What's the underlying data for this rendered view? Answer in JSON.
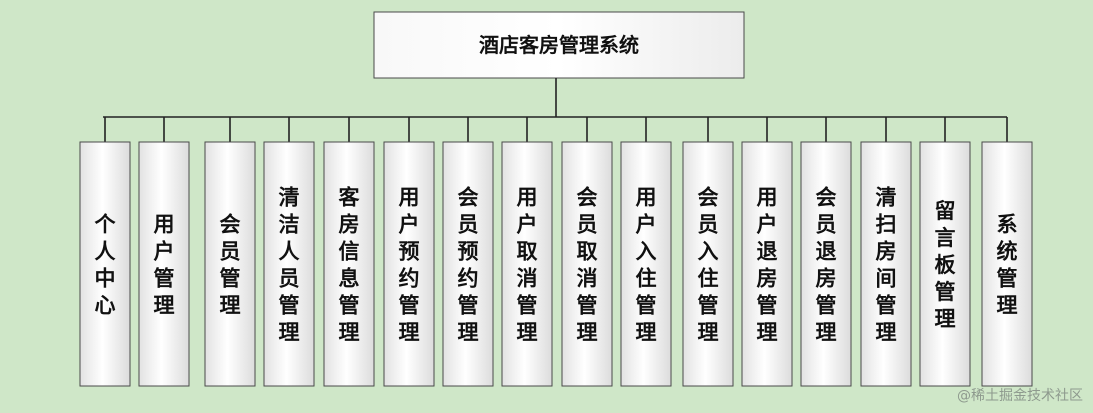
{
  "diagram": {
    "root": {
      "label": "酒店客房管理系统"
    },
    "children": [
      {
        "label": "个人中心"
      },
      {
        "label": "用户管理"
      },
      {
        "label": "会员管理"
      },
      {
        "label": "清洁人员管理"
      },
      {
        "label": "客房信息管理"
      },
      {
        "label": "用户预约管理"
      },
      {
        "label": "会员预约管理"
      },
      {
        "label": "用户取消管理"
      },
      {
        "label": "会员取消管理"
      },
      {
        "label": "用户入住管理"
      },
      {
        "label": "会员入住管理"
      },
      {
        "label": "用户退房管理"
      },
      {
        "label": "会员退房管理"
      },
      {
        "label": "清扫房间管理"
      },
      {
        "label": "留言板管理"
      },
      {
        "label": "系统管理"
      }
    ]
  },
  "watermark": "@稀土掘金技术社区"
}
